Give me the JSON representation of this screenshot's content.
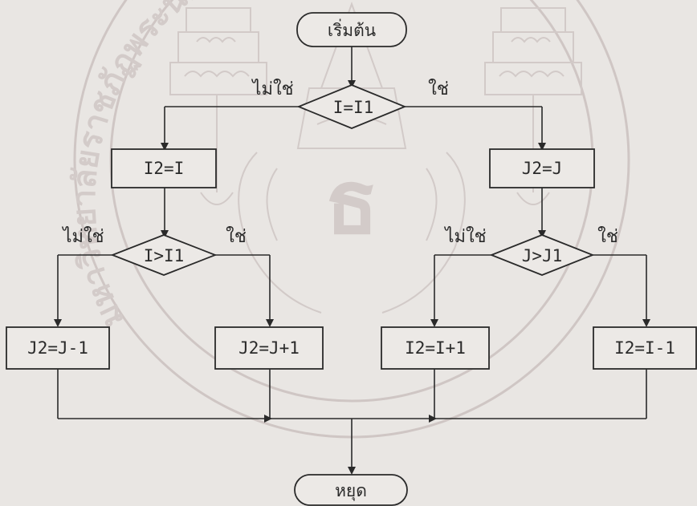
{
  "watermark": {
    "seal_text": "มหาวิทยาลัยราชภัฏพระนครศรีอยุธยา",
    "center_glyph": "ธ"
  },
  "flowchart": {
    "start": "เริ่มต้น",
    "stop": "หยุด",
    "decision_main": "I=I1",
    "decision_left": "I>I1",
    "decision_right": "J>J1",
    "process_i2_eq_i": "I2=I",
    "process_j2_eq_j": "J2=J",
    "process_j2_minus": "J2=J-1",
    "process_j2_plus": "J2=J+1",
    "process_i2_plus": "I2=I+1",
    "process_i2_minus": "I2=I-1",
    "label_no": "ไม่ใช่",
    "label_yes": "ใช่"
  },
  "colors": {
    "line": "#2a2a2a",
    "paper": "#e9e6e3",
    "watermark": "#cfc6c4"
  }
}
